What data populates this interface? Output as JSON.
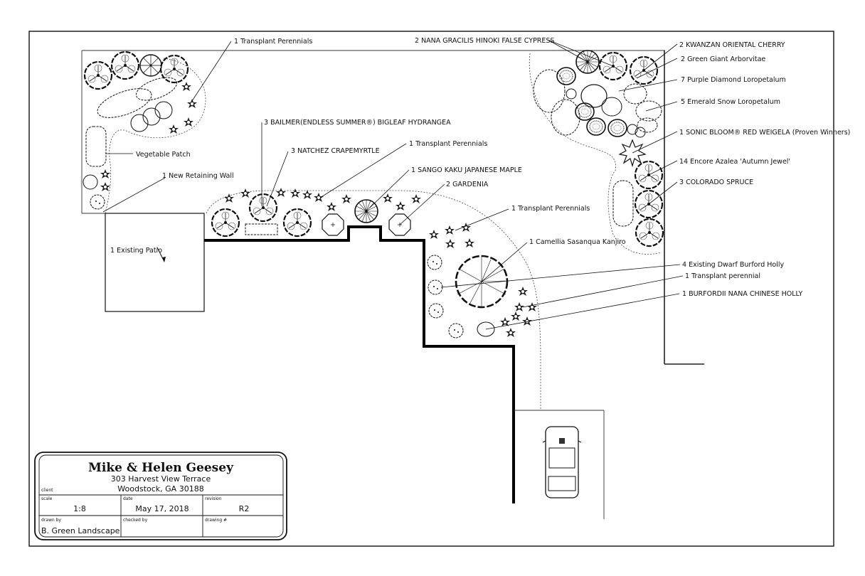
{
  "labels": {
    "transplant_perennials_top": "1 Transplant Perennials",
    "vegetable_patch": "Vegetable Patch",
    "new_retaining_wall": "1 New Retaining Wall",
    "existing_patio": "1 Existing Patio",
    "bailmer_hydrangea": "3 BAILMER(ENDLESS SUMMER®) BIGLEAF HYDRANGEA",
    "natchez_crapemyrtle": "3 NATCHEZ CRAPEMYRTLE",
    "transplant_perennials_mid": "1 Transplant Perennials",
    "sango_kaku_maple": "1 SANGO KAKU JAPANESE MAPLE",
    "gardenia": "2 GARDENIA",
    "transplant_perennials_right": "1 Transplant Perennials",
    "camellia": "1 Camellia Sasanqua Kanjiro",
    "nana_gracilis": "2 NANA GRACILIS HINOKI FALSE CYPRESS",
    "kwanzan_cherry": "2 KWANZAN ORIENTAL CHERRY",
    "green_giant": "2 Green Giant Arborvitae",
    "purple_diamond": "7 Purple Diamond Loropetalum",
    "emerald_snow": "5 Emerald Snow Loropetalum",
    "sonic_bloom": "1 SONIC BLOOM® RED WEIGELA (Proven Winners)",
    "encore_azalea": "14 Encore Azalea 'Autumn Jewel'",
    "colorado_spruce": "3 COLORADO SPRUCE",
    "dwarf_burford": "4 Existing Dwarf Burford Holly",
    "transplant_perennial": "1 Transplant perennial",
    "burfordii_holly": "1 BURFORDII NANA CHINESE HOLLY"
  },
  "title_block": {
    "client_name": "Mike & Helen Geesey",
    "address_line1": "303 Harvest View Terrace",
    "address_line2": "Woodstock, GA 30188",
    "client_caption": "client",
    "scale_caption": "scale",
    "scale_value": "1:8",
    "date_caption": "date",
    "date_value": "May 17, 2018",
    "revision_caption": "revision",
    "revision_value": "R2",
    "drawn_by_caption": "drawn by",
    "drawn_by_value": "B. Green Landscape",
    "checked_by_caption": "checked by",
    "checked_by_value": "",
    "drawing_no_caption": "drawing #",
    "drawing_no_value": ""
  }
}
